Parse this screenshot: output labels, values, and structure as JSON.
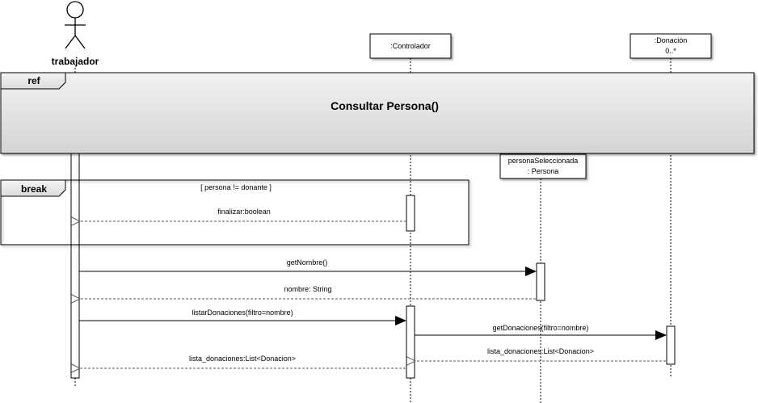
{
  "actor": {
    "name": "trabajador"
  },
  "lifelines": [
    {
      "id": "controlador",
      "label_lines": [
        ":Controlador"
      ]
    },
    {
      "id": "donacion",
      "label_lines": [
        ":Donación",
        "0..*"
      ]
    },
    {
      "id": "persona",
      "label_lines": [
        "personaSeleccionada",
        ": Persona"
      ]
    }
  ],
  "fragments": {
    "ref": {
      "tag": "ref",
      "title": "Consultar Persona()"
    },
    "break": {
      "tag": "break",
      "guard": "[ persona != donante ]"
    }
  },
  "messages": [
    {
      "id": "finalizar",
      "label": "finalizar:boolean",
      "kind": "return"
    },
    {
      "id": "getNombre",
      "label": "getNombre()",
      "kind": "call"
    },
    {
      "id": "nombre",
      "label": "nombre: String",
      "kind": "return"
    },
    {
      "id": "listarDonaciones",
      "label": "listarDonaciones(filtro=nombre)",
      "kind": "call"
    },
    {
      "id": "getDonaciones",
      "label": "getDonaciones(filtro=nombre)",
      "kind": "call"
    },
    {
      "id": "lista_donaciones_inner",
      "label": "lista_donaciones:List<Donacion>",
      "kind": "return"
    },
    {
      "id": "lista_donaciones_outer",
      "label": "lista_donaciones:List<Donacion>",
      "kind": "return"
    }
  ]
}
